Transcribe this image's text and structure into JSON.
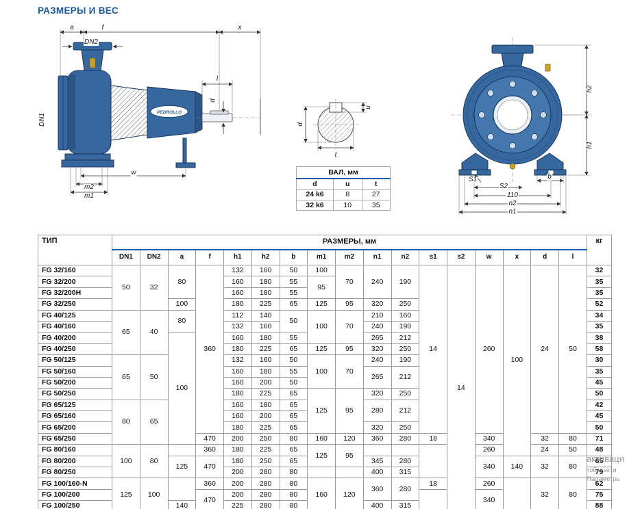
{
  "page": {
    "title": "РАЗМЕРЫ И ВЕС"
  },
  "colors": {
    "accent": "#1a5ca8",
    "pump_blue": "#36689f",
    "brass": "#c9a227"
  },
  "drawings": {
    "side_view": {
      "logo": "PEDROLLO",
      "labels": {
        "a": "a",
        "f": "f",
        "x": "x",
        "dn2": "DN2",
        "dn1": "DN1",
        "l": "l",
        "d": "d",
        "w": "w",
        "m2": "m2",
        "m1": "m1"
      }
    },
    "shaft_section": {
      "labels": {
        "d": "d",
        "u": "u",
        "t": "t"
      }
    },
    "front_view": {
      "labels": {
        "h2": "h2",
        "h1": "h1",
        "s1": "S1",
        "s2": "S2",
        "b": "b",
        "dim110": "110",
        "n2": "n2",
        "n1": "n1"
      }
    }
  },
  "shaft_table": {
    "title": "ВАЛ, мм",
    "headers": [
      "d",
      "u",
      "t"
    ],
    "rows": [
      [
        "24 k6",
        "8",
        "27"
      ],
      [
        "32 k6",
        "10",
        "35"
      ]
    ]
  },
  "main_table": {
    "corner": "ТИП",
    "group_header": "РАЗМЕРЫ, мм",
    "kg_header": "кг",
    "columns": [
      "DN1",
      "DN2",
      "a",
      "f",
      "h1",
      "h2",
      "b",
      "m1",
      "m2",
      "n1",
      "n2",
      "s1",
      "s2",
      "w",
      "x",
      "d",
      "l"
    ],
    "rows": [
      {
        "name": "FG 32/160",
        "kg": "32",
        "cells": [
          [
            "50",
            4
          ],
          [
            "32",
            4
          ],
          [
            "80",
            3
          ],
          [
            "360",
            15
          ],
          [
            "132",
            1
          ],
          [
            "160",
            1
          ],
          [
            "50",
            1
          ],
          [
            "100",
            1
          ],
          [
            "70",
            3
          ],
          [
            "240",
            3
          ],
          [
            "190",
            3
          ],
          [
            "14",
            15
          ],
          [
            "14",
            22
          ],
          [
            "260",
            15
          ],
          [
            "100",
            17
          ],
          [
            "24",
            15
          ],
          [
            "50",
            15
          ]
        ]
      },
      {
        "name": "FG 32/200",
        "kg": "35",
        "cells": [
          [
            "160",
            1
          ],
          [
            "180",
            1
          ],
          [
            "55",
            1
          ],
          [
            "95",
            2
          ]
        ]
      },
      {
        "name": "FG 32/200H",
        "kg": "35",
        "cells": [
          [
            "160",
            1
          ],
          [
            "180",
            1
          ],
          [
            "55",
            1
          ]
        ]
      },
      {
        "name": "FG 32/250",
        "kg": "52",
        "cells": [
          [
            "100",
            1
          ],
          [
            "180",
            1
          ],
          [
            "225",
            1
          ],
          [
            "65",
            1
          ],
          [
            "125",
            1
          ],
          [
            "95",
            1
          ],
          [
            "320",
            1
          ],
          [
            "250",
            1
          ]
        ]
      },
      {
        "name": "FG 40/125",
        "kg": "34",
        "cells": [
          [
            "65",
            4
          ],
          [
            "40",
            4
          ],
          [
            "80",
            2
          ],
          [
            "112",
            1
          ],
          [
            "140",
            1
          ],
          [
            "50",
            2
          ],
          [
            "100",
            3
          ],
          [
            "70",
            3
          ],
          [
            "210",
            1
          ],
          [
            "160",
            1
          ]
        ]
      },
      {
        "name": "FG 40/160",
        "kg": "35",
        "cells": [
          [
            "132",
            1
          ],
          [
            "160",
            1
          ],
          [
            "240",
            1
          ],
          [
            "190",
            1
          ]
        ]
      },
      {
        "name": "FG 40/200",
        "kg": "38",
        "cells": [
          [
            "100",
            10
          ],
          [
            "160",
            1
          ],
          [
            "180",
            1
          ],
          [
            "55",
            1
          ],
          [
            "265",
            1
          ],
          [
            "212",
            1
          ]
        ]
      },
      {
        "name": "FG 40/250",
        "kg": "58",
        "cells": [
          [
            "180",
            1
          ],
          [
            "225",
            1
          ],
          [
            "65",
            1
          ],
          [
            "125",
            1
          ],
          [
            "95",
            1
          ],
          [
            "320",
            1
          ],
          [
            "250",
            1
          ]
        ]
      },
      {
        "name": "FG 50/125",
        "kg": "30",
        "cells": [
          [
            "65",
            4
          ],
          [
            "50",
            4
          ],
          [
            "132",
            1
          ],
          [
            "160",
            1
          ],
          [
            "50",
            1
          ],
          [
            "100",
            3
          ],
          [
            "70",
            3
          ],
          [
            "240",
            1
          ],
          [
            "190",
            1
          ]
        ]
      },
      {
        "name": "FG 50/160",
        "kg": "35",
        "cells": [
          [
            "160",
            1
          ],
          [
            "180",
            1
          ],
          [
            "55",
            1
          ],
          [
            "265",
            2
          ],
          [
            "212",
            2
          ]
        ]
      },
      {
        "name": "FG 50/200",
        "kg": "45",
        "cells": [
          [
            "160",
            1
          ],
          [
            "200",
            1
          ],
          [
            "50",
            1
          ]
        ]
      },
      {
        "name": "FG 50/250",
        "kg": "50",
        "cells": [
          [
            "180",
            1
          ],
          [
            "225",
            1
          ],
          [
            "65",
            1
          ],
          [
            "125",
            4
          ],
          [
            "95",
            4
          ],
          [
            "320",
            1
          ],
          [
            "250",
            1
          ]
        ]
      },
      {
        "name": "FG 65/125",
        "kg": "42",
        "cells": [
          [
            "80",
            4
          ],
          [
            "65",
            4
          ],
          [
            "160",
            1
          ],
          [
            "180",
            1
          ],
          [
            "65",
            1
          ],
          [
            "280",
            2
          ],
          [
            "212",
            2
          ]
        ]
      },
      {
        "name": "FG 65/160",
        "kg": "45",
        "cells": [
          [
            "160",
            1
          ],
          [
            "200",
            1
          ],
          [
            "65",
            1
          ]
        ]
      },
      {
        "name": "FG 65/200",
        "kg": "50",
        "cells": [
          [
            "180",
            1
          ],
          [
            "225",
            1
          ],
          [
            "65",
            1
          ],
          [
            "320",
            1
          ],
          [
            "250",
            1
          ]
        ]
      },
      {
        "name": "FG 65/250",
        "kg": "71",
        "cells": [
          [
            "470",
            1
          ],
          [
            "200",
            1
          ],
          [
            "250",
            1
          ],
          [
            "80",
            1
          ],
          [
            "160",
            1
          ],
          [
            "120",
            1
          ],
          [
            "360",
            1
          ],
          [
            "280",
            1
          ],
          [
            "18",
            1
          ],
          [
            "340",
            1
          ],
          [
            "32",
            1
          ],
          [
            "80",
            1
          ]
        ]
      },
      {
        "name": "FG 80/160",
        "kg": "48",
        "cells": [
          [
            "100",
            3
          ],
          [
            "80",
            3
          ],
          [
            "",
            1
          ],
          [
            "360",
            1
          ],
          [
            "180",
            1
          ],
          [
            "225",
            1
          ],
          [
            "65",
            1
          ],
          [
            "125",
            2
          ],
          [
            "95",
            2
          ],
          [
            "",
            1
          ],
          [
            "",
            1
          ],
          [
            "",
            3
          ],
          [
            "260",
            1
          ],
          [
            "24",
            1
          ],
          [
            "50",
            1
          ]
        ]
      },
      {
        "name": "FG 80/200",
        "kg": "65",
        "cells": [
          [
            "125",
            2
          ],
          [
            "470",
            2
          ],
          [
            "180",
            1
          ],
          [
            "250",
            1
          ],
          [
            "65",
            1
          ],
          [
            "345",
            1
          ],
          [
            "280",
            1
          ],
          [
            "340",
            2
          ],
          [
            "140",
            2
          ],
          [
            "32",
            2
          ],
          [
            "80",
            2
          ]
        ]
      },
      {
        "name": "FG 80/250",
        "kg": "79",
        "cells": [
          [
            "200",
            1
          ],
          [
            "280",
            1
          ],
          [
            "80",
            1
          ],
          [
            "",
            1
          ],
          [
            "",
            1
          ],
          [
            "400",
            1
          ],
          [
            "315",
            1
          ]
        ]
      },
      {
        "name": "FG 100/160-N",
        "kg": "62",
        "cells": [
          [
            "125",
            3
          ],
          [
            "100",
            3
          ],
          [
            "",
            2
          ],
          [
            "360",
            1
          ],
          [
            "200",
            1
          ],
          [
            "280",
            1
          ],
          [
            "80",
            1
          ],
          [
            "160",
            3
          ],
          [
            "120",
            3
          ],
          [
            "360",
            2
          ],
          [
            "280",
            2
          ],
          [
            "18",
            1
          ],
          [
            "260",
            1
          ],
          [
            "",
            3
          ],
          [
            "32",
            3
          ],
          [
            "80",
            3
          ]
        ]
      },
      {
        "name": "FG 100/200",
        "kg": "75",
        "cells": [
          [
            "470",
            2
          ],
          [
            "200",
            1
          ],
          [
            "280",
            1
          ],
          [
            "80",
            1
          ],
          [
            "",
            2
          ],
          [
            "340",
            2
          ]
        ]
      },
      {
        "name": "FG 100/250",
        "kg": "88",
        "cells": [
          [
            "140",
            1
          ],
          [
            "225",
            1
          ],
          [
            "280",
            1
          ],
          [
            "80",
            1
          ],
          [
            "400",
            1
          ],
          [
            "315",
            1
          ]
        ]
      }
    ]
  },
  "watermark": {
    "lines": [
      "активаци",
      "тобы акти",
      "Параметрь"
    ]
  }
}
